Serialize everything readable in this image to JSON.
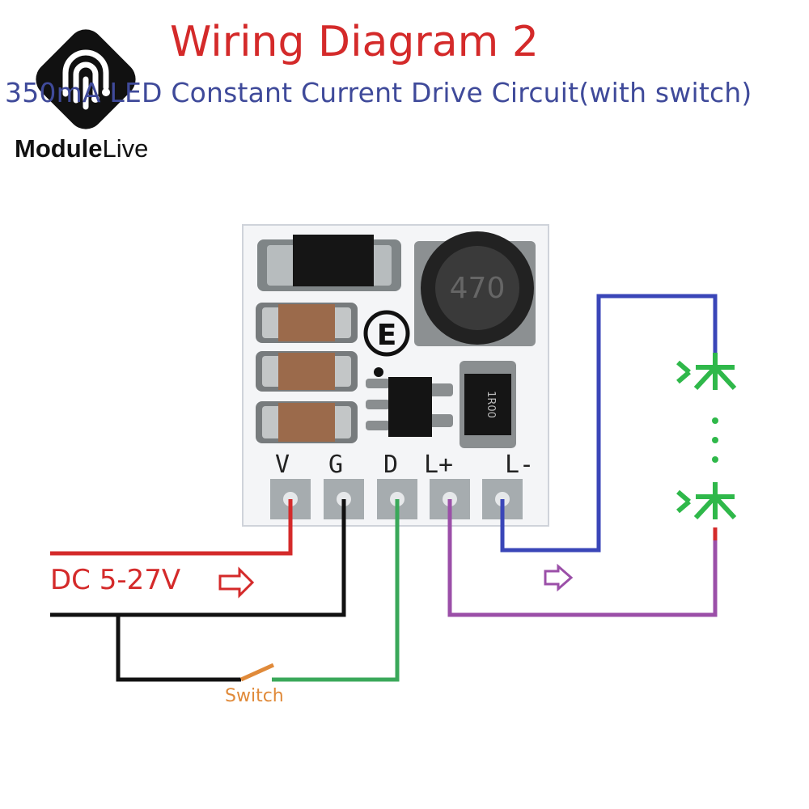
{
  "header": {
    "title": "Wiring Diagram 2",
    "subtitle": "350mA LED Constant Current Drive Circuit(with switch)"
  },
  "logo": {
    "brand_bold": "Module",
    "brand_light": "Live"
  },
  "board": {
    "pins": [
      "V",
      "G",
      "D",
      "L+",
      "L-"
    ],
    "inductor_marking": "470",
    "resistor_marking": "1R00",
    "ce_mark": "E"
  },
  "wiring": {
    "supply_label": "DC 5-27V",
    "switch_label": "Switch"
  },
  "colors": {
    "title": "#d42a2a",
    "subtitle": "#3f4a9a",
    "positive_wire": "#d42a2a",
    "ground_wire": "#111111",
    "dim_wire": "#3aa85a",
    "led_plus_wire": "#9b4fa8",
    "led_minus_wire": "#3a46b8",
    "led": "#2fb84a",
    "switch": "#e08a3a"
  },
  "icons": [
    "modulelive-logo-icon",
    "arrow-right-icon",
    "led-icon",
    "switch-icon"
  ]
}
